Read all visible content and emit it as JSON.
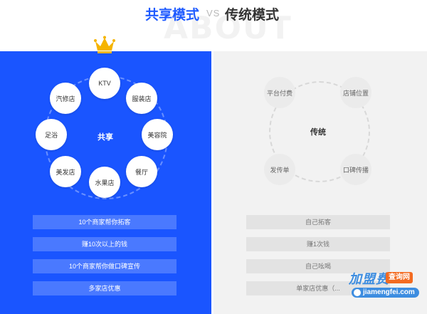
{
  "header": {
    "title_share": "共享模式",
    "vs": "VS",
    "title_traditional": "传统模式",
    "watermark_text": "ABOUT"
  },
  "left_panel": {
    "center": "共享",
    "nodes": [
      "KTV",
      "服装店",
      "美容院",
      "餐厅",
      "水果店",
      "美发店",
      "足浴",
      "汽修店"
    ],
    "buttons": [
      "10个商家帮你拓客",
      "赚10次以上的钱",
      "10个商家帮你做口碑宣传",
      "多家店优惠"
    ]
  },
  "right_panel": {
    "center": "传统",
    "nodes": [
      "平台付费",
      "店铺位置",
      "口碑传播",
      "发传单"
    ],
    "buttons": [
      "自己拓客",
      "赚1次钱",
      "自己吆喝",
      "单家店优惠（..."
    ]
  },
  "logo": {
    "main": "加盟费",
    "badge": "查询网",
    "url": "jiamengfei.com"
  },
  "colors": {
    "accent": "#1a55ff",
    "accent_button": "#4a79ff",
    "muted_bg": "#f2f2f2"
  }
}
